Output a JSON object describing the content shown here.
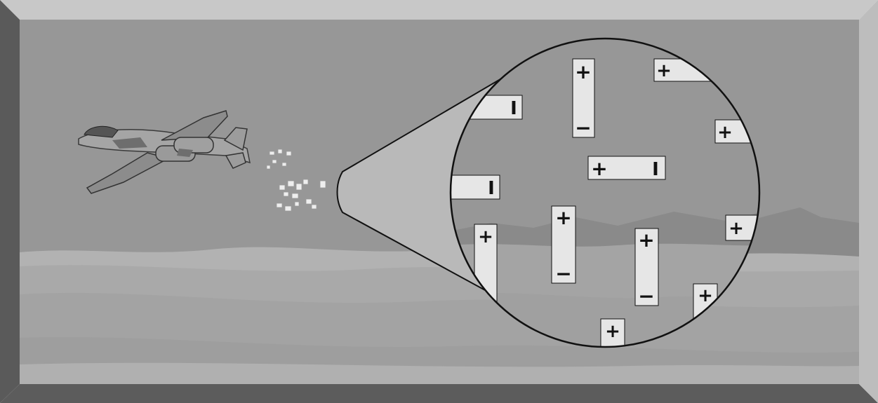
{
  "figure": {
    "description_free": true,
    "plus_symbol": "+",
    "minus_symbol": "−",
    "dipole_labels": [
      {
        "top": "+",
        "bottom": "−"
      },
      {
        "top": "+",
        "bottom": "−"
      },
      {
        "top": "+",
        "bottom": "−"
      },
      {
        "left": "+",
        "right": "I"
      }
    ],
    "edge_fragment_labels": [
      "+",
      "+",
      "+",
      "+",
      "+",
      "+",
      "I",
      "I"
    ]
  },
  "colors": {
    "frame_light": "#c8c8c8",
    "frame_dark": "#5a5a5a",
    "frame_mid": "#8f8f8f",
    "sky": "#979797",
    "sand_light": "#b4b4b4",
    "sand_mid": "#a6a6a6",
    "mountains": "#8a8a8a",
    "cone": "#b9b9b9",
    "particle_fill": "#e6e6e6",
    "outline": "#111111"
  },
  "icons": {
    "aircraft": "jet-aircraft-icon",
    "spray": "particle-spray-icon",
    "magnifier": "magnifier-circle-icon"
  }
}
